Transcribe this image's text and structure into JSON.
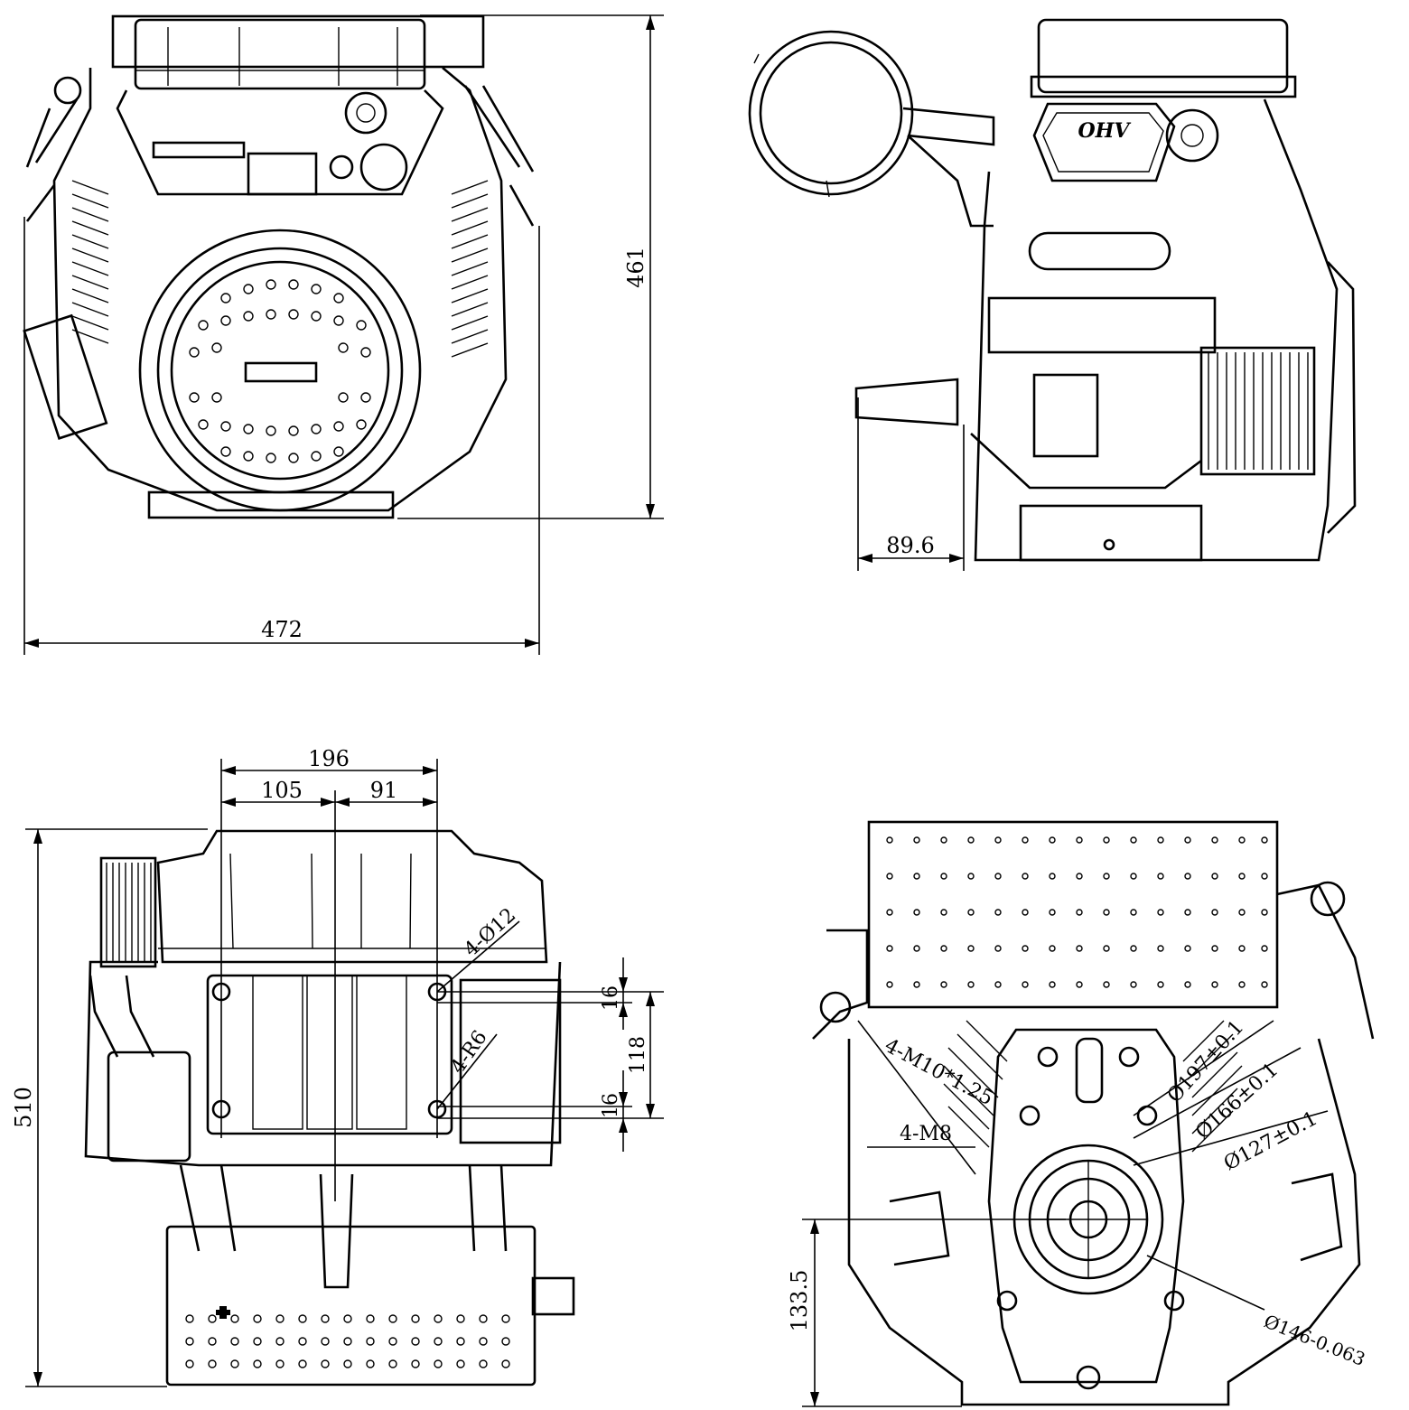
{
  "views": {
    "front": {
      "dims": {
        "height": "461",
        "width": "472"
      }
    },
    "side": {
      "logo": "OHV",
      "dims": {
        "offset": "89.6"
      }
    },
    "top": {
      "dims": {
        "overall_width": "196",
        "left_offset": "105",
        "right_offset": "91",
        "height": "510",
        "top_gap": "16",
        "bolt_span": "118",
        "bottom_gap": "16"
      },
      "callouts": {
        "holes": "4-Ø12",
        "radius": "4-R6"
      }
    },
    "bottom": {
      "dims": {
        "shaft_height": "133.5"
      },
      "callouts": {
        "thread_large": "4-M10*1.25",
        "thread_small": "4-M8",
        "dia_197": "Ø197±0.1",
        "dia_166": "Ø166±0.1",
        "dia_127": "Ø127±0.1",
        "shaft": "Ø146-0.063"
      }
    }
  }
}
